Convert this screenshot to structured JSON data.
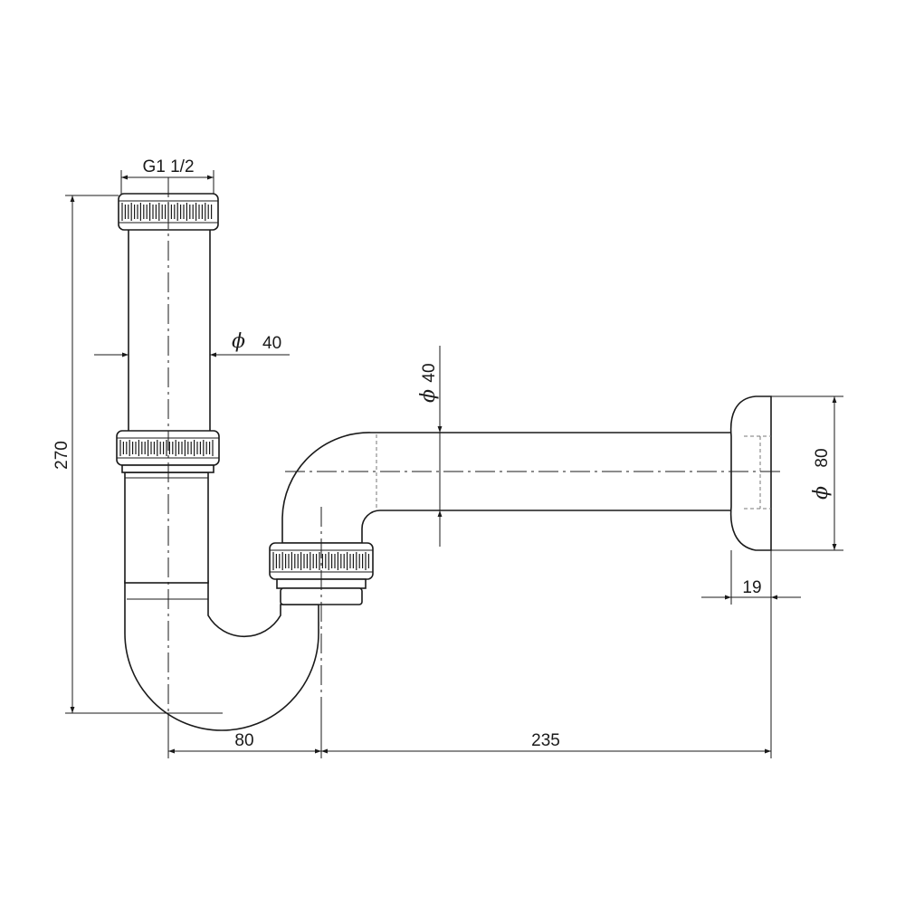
{
  "dimensions": {
    "thread": "G1 1/2",
    "tube_diameter": "40",
    "outlet_diameter": "40",
    "rosette_diameter": "80",
    "total_height": "270",
    "trap_offset": "80",
    "outlet_length": "235",
    "rosette_depth": "19"
  },
  "symbols": {
    "diameter": "ϕ"
  }
}
